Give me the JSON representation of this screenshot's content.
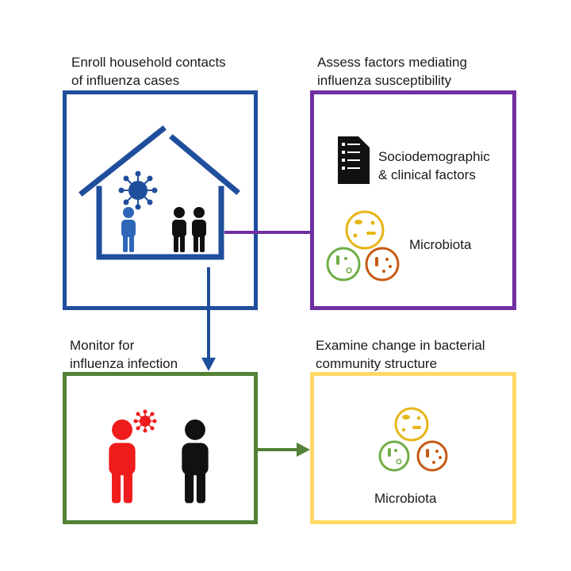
{
  "colors": {
    "enroll": "#1f4e9c",
    "assess": "#7030a0",
    "monitor": "#538135",
    "examine": "#ffd966",
    "infected": "#ee1c1c",
    "person_blue": "#2e67b8",
    "virus_blue": "#1f4e9c",
    "text": "#1a1a1a"
  },
  "panels": {
    "enroll": {
      "title_line1": "Enroll household contacts",
      "title_line2": "of influenza cases",
      "icons": [
        "house-icon",
        "virus-icon",
        "index-case-person-icon",
        "contact-person-icon",
        "contact-person-icon"
      ]
    },
    "assess": {
      "title_line1": "Assess factors mediating",
      "title_line2": "influenza susceptibility",
      "factor_line1": "Sociodemographic",
      "factor_line2": "& clinical factors",
      "microbiota_label": "Microbiota",
      "icons": [
        "questionnaire-icon",
        "microbiota-icon"
      ]
    },
    "monitor": {
      "title_line1": "Monitor for",
      "title_line2": "influenza infection",
      "icons": [
        "infected-person-icon",
        "virus-icon",
        "uninfected-person-icon"
      ]
    },
    "examine": {
      "title_line1": "Examine change in bacterial",
      "title_line2": "community structure",
      "microbiota_label": "Microbiota",
      "icons": [
        "microbiota-icon"
      ]
    }
  }
}
